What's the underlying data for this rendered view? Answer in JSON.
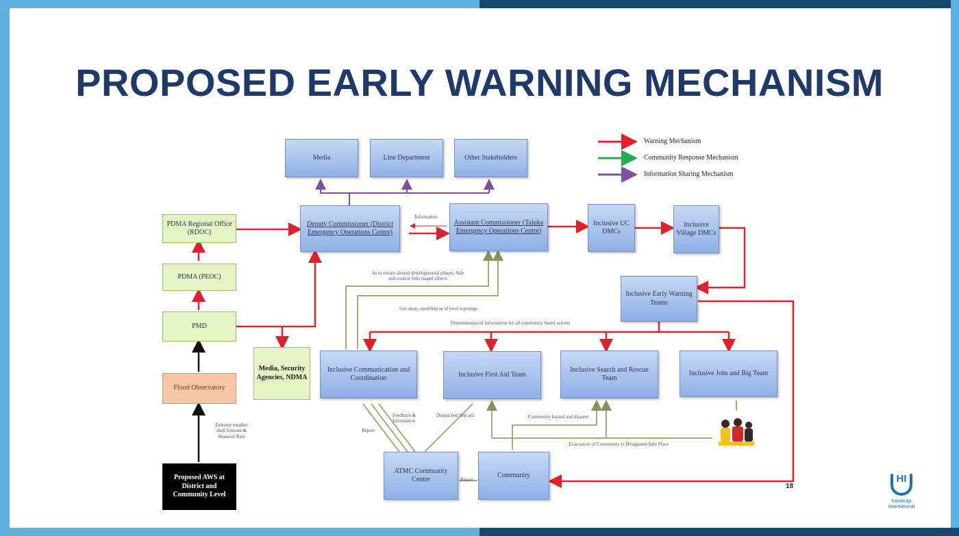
{
  "title": "PROPOSED EARLY WARNING MECHANISM",
  "legend": {
    "warning": "Warning Mechanism",
    "community": "Community Response Mechanism",
    "info": "Information Sharing Mechanism"
  },
  "boxes": {
    "media": "Media",
    "line_dept": "Line Department",
    "other": "Other Stakeholders",
    "deputy_commissioner": "Deputy Commissioner (District Emergency Operations Centre)",
    "assistant_commissioner": "Assistant Commissioner (Taluka Emergency Operations Centre)",
    "inclusive_uc": "Inclusive UC DMCs",
    "inclusive_village": "Inclusive Village DMCs",
    "pdma_regional": "PDMA Regional Office (RDOC)",
    "pdma": "PDMA (PEOC)",
    "pmd": "PMD",
    "flood_obs": "Flood Observatory",
    "media_security": "Media, Security Agencies, NDMA",
    "ewt": "Inclusive Early Warning Teams",
    "comm_coord": "Inclusive Communication and Coordination",
    "first_aid": "Inclusive First Aid Team",
    "search_rescue": "Inclusive Search and Rescue Team",
    "jobs": "Inclusive Jobs and Big Team",
    "cbmc": "ATMC Community Centre",
    "community": "Community",
    "aws": "Proposed AWS at District and Community Level"
  },
  "notes": {
    "information": "Information",
    "n1": "As to ensure alerted developmental phases, Safe and control Jobs staged effects",
    "n2": "Get alerts, modified as of level warnings",
    "n3": "Dissemination of information for all community based actions",
    "n4": "Community hazard and disaster",
    "n5": "Evacuation of Community to Designated Safe Place",
    "n6": "Extreme weather shall forecast & Seasonal Rain",
    "n7": "Report",
    "n8": "Feedback & Information",
    "n9": "Dispatched first aid",
    "n10": "Report"
  },
  "page_number": "18",
  "logo": {
    "mark": "HI",
    "line1": "handicap",
    "line2": "international"
  },
  "colors": {
    "warning": "#e0202a",
    "community": "#1eb050",
    "info": "#7e4fa0",
    "olive": "#a6ad7d",
    "title": "#1f3a68"
  }
}
